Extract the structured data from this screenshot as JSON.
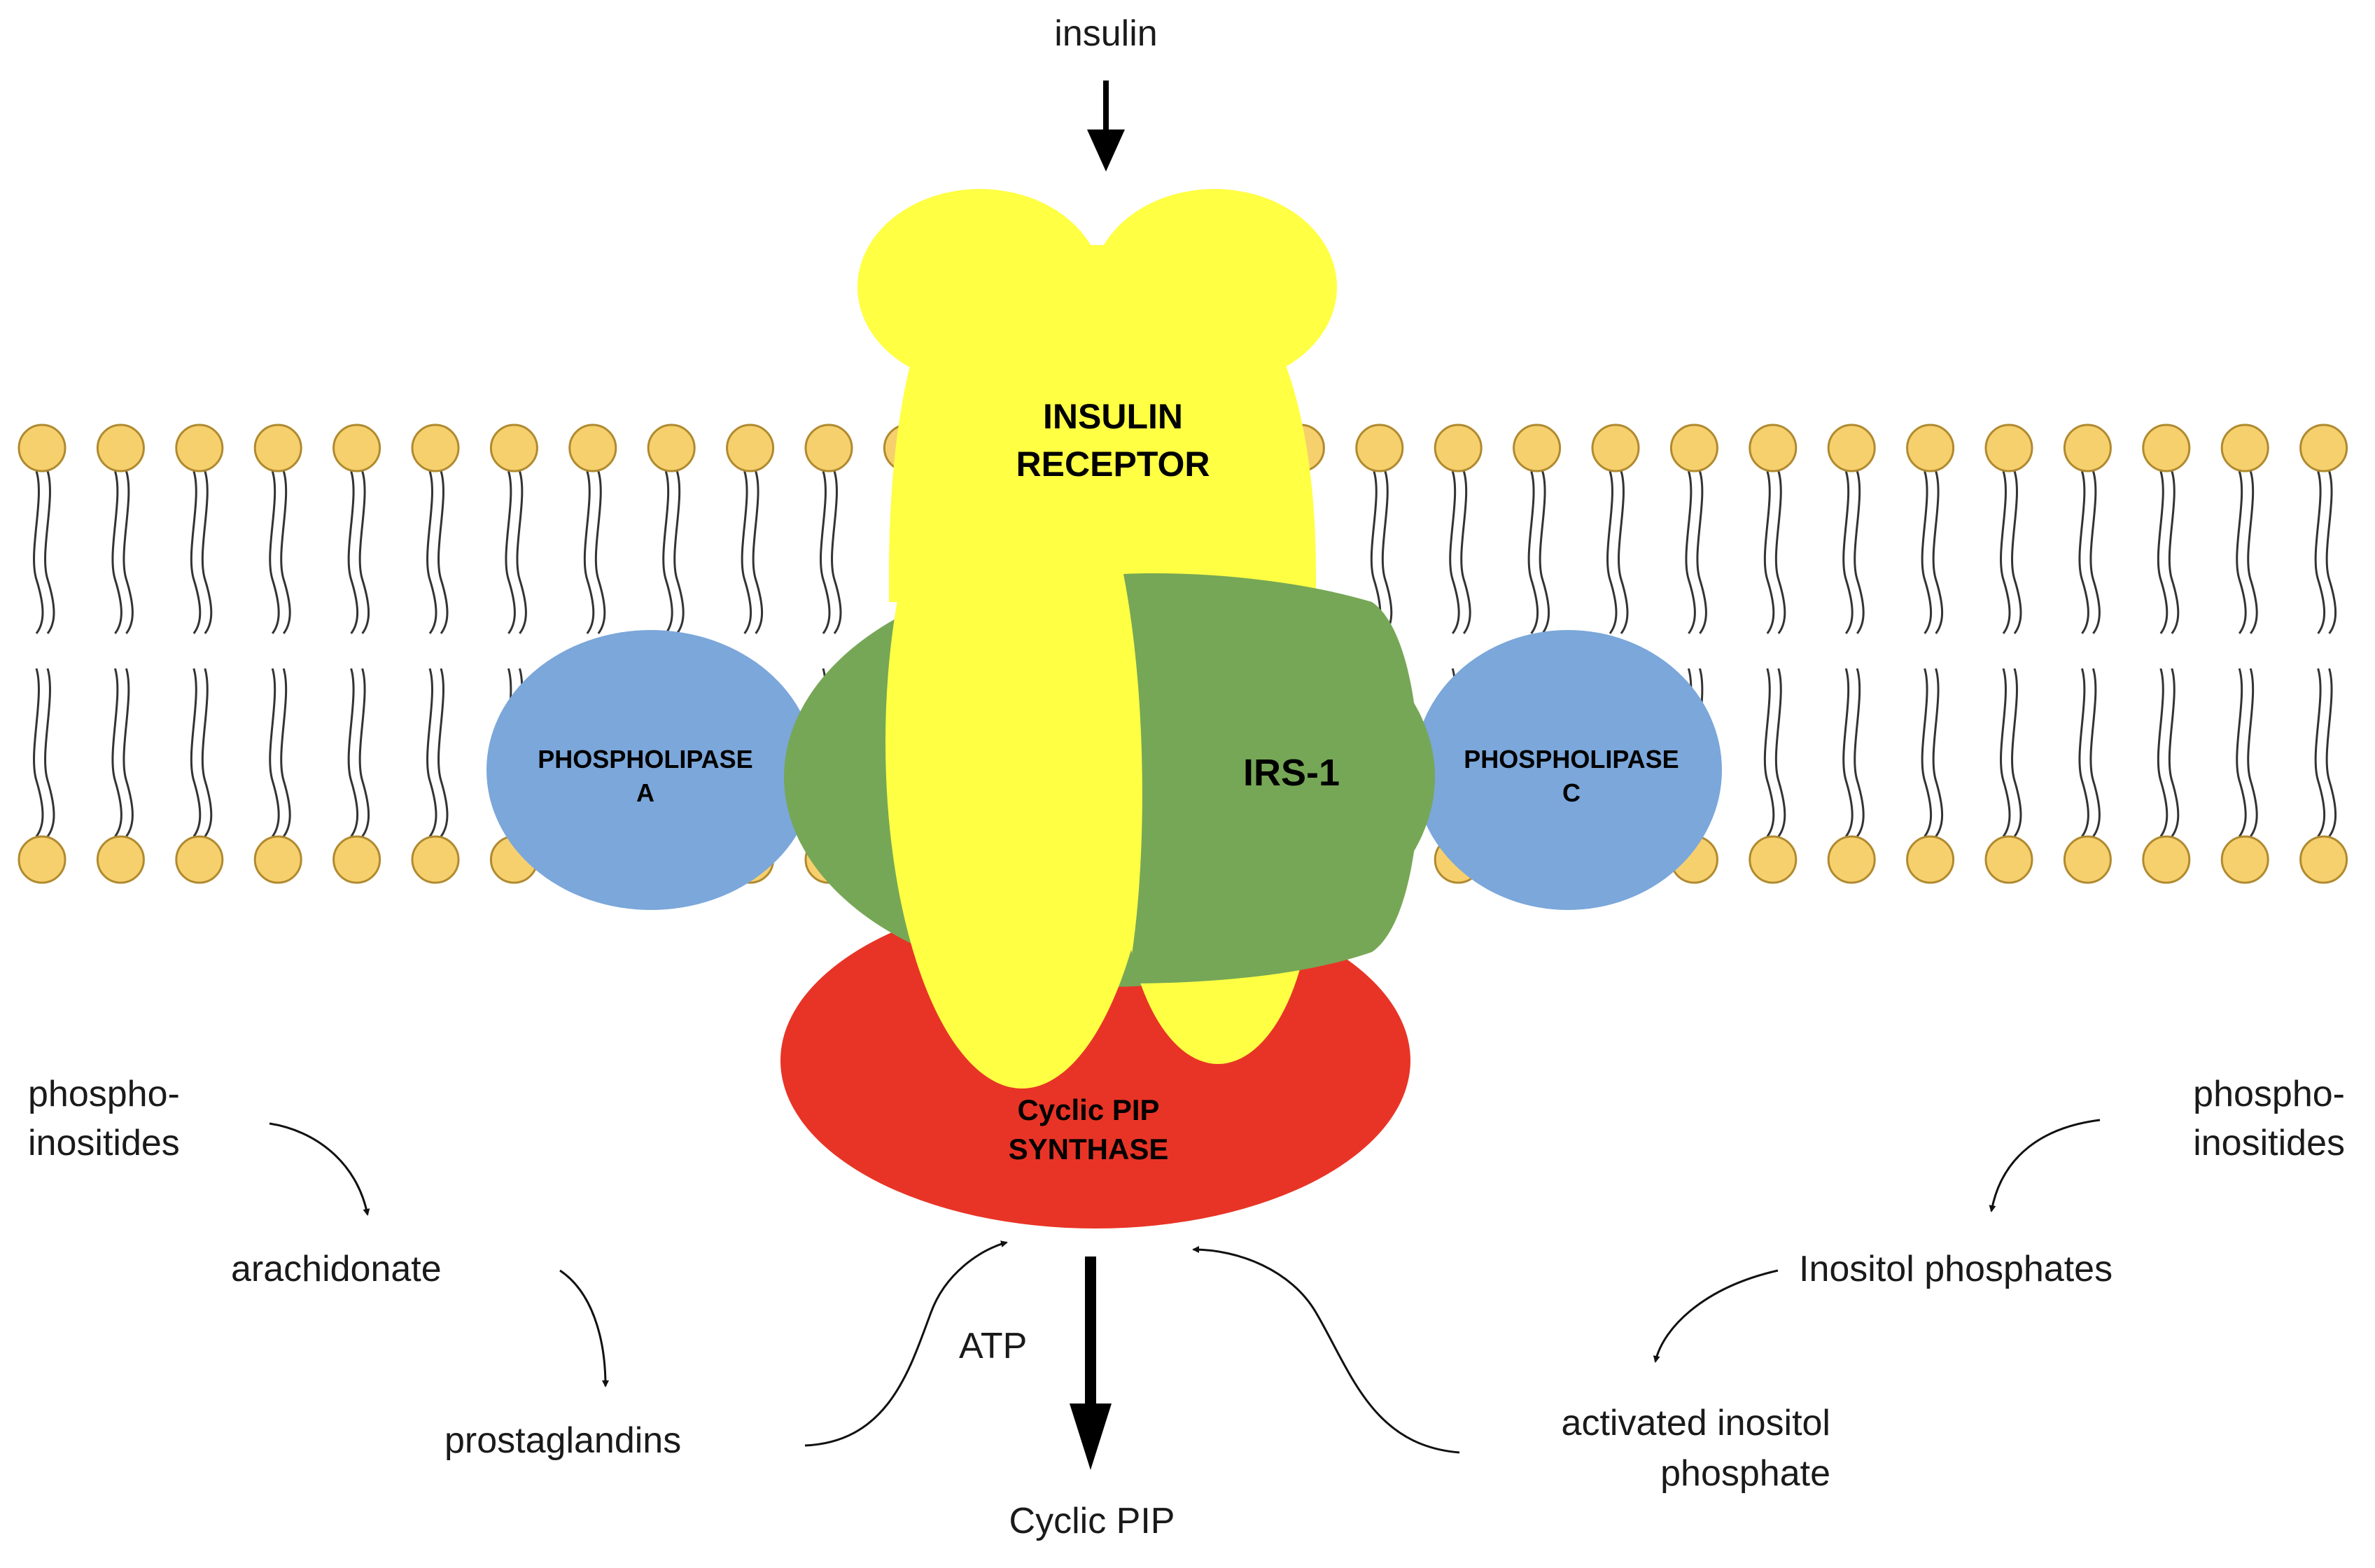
{
  "labels": {
    "insulin": "insulin",
    "receptor_line1": "INSULIN",
    "receptor_line2": "RECEPTOR",
    "irs1": "IRS-1",
    "pla_line1": "PHOSPHOLIPASE",
    "pla_line2": "A",
    "plc_line1": "PHOSPHOLIPASE",
    "plc_line2": "C",
    "synthase_line1": "Cyclic PIP",
    "synthase_line2": "SYNTHASE",
    "left_phospho_line1": "phospho-",
    "left_phospho_line2": "inositides",
    "arachidonate": "arachidonate",
    "prostaglandins": "prostaglandins",
    "atp": "ATP",
    "cyclic_pip": "Cyclic PIP",
    "right_phospho_line1": "phospho-",
    "right_phospho_line2": "inositides",
    "inositol_phosphates": "Inositol phosphates",
    "activated_line1": "activated inositol",
    "activated_line2": "phosphate"
  },
  "colors": {
    "insulin_receptor": "#ffff44",
    "irs1": "#76a756",
    "phospholipase": "#7ba7da",
    "synthase": "#e83426",
    "lipid_head": "#f7d06e",
    "lipid_head_stroke": "#b08a30"
  }
}
